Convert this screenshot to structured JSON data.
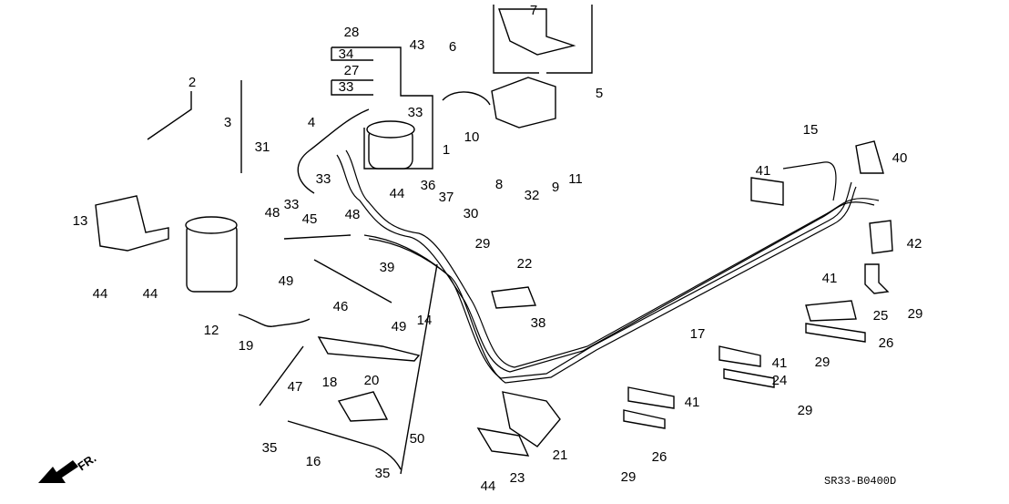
{
  "diagram": {
    "callouts": [
      "28",
      "34",
      "27",
      "33",
      "43",
      "33",
      "1",
      "4",
      "31",
      "33",
      "33",
      "2",
      "3",
      "6",
      "7",
      "5",
      "10",
      "8",
      "9",
      "11",
      "32",
      "30",
      "44",
      "36",
      "37",
      "15",
      "40",
      "41",
      "42",
      "13",
      "44",
      "44",
      "48",
      "45",
      "48",
      "39",
      "46",
      "49",
      "49",
      "14",
      "29",
      "22",
      "38",
      "12",
      "19",
      "18",
      "47",
      "20",
      "50",
      "35",
      "16",
      "35",
      "17",
      "21",
      "23",
      "44",
      "29",
      "26",
      "41",
      "29",
      "24",
      "41",
      "29",
      "26",
      "41",
      "25",
      "29"
    ],
    "front_arrow_label": "FR.",
    "diagram_code": "SR33-B0400D"
  }
}
